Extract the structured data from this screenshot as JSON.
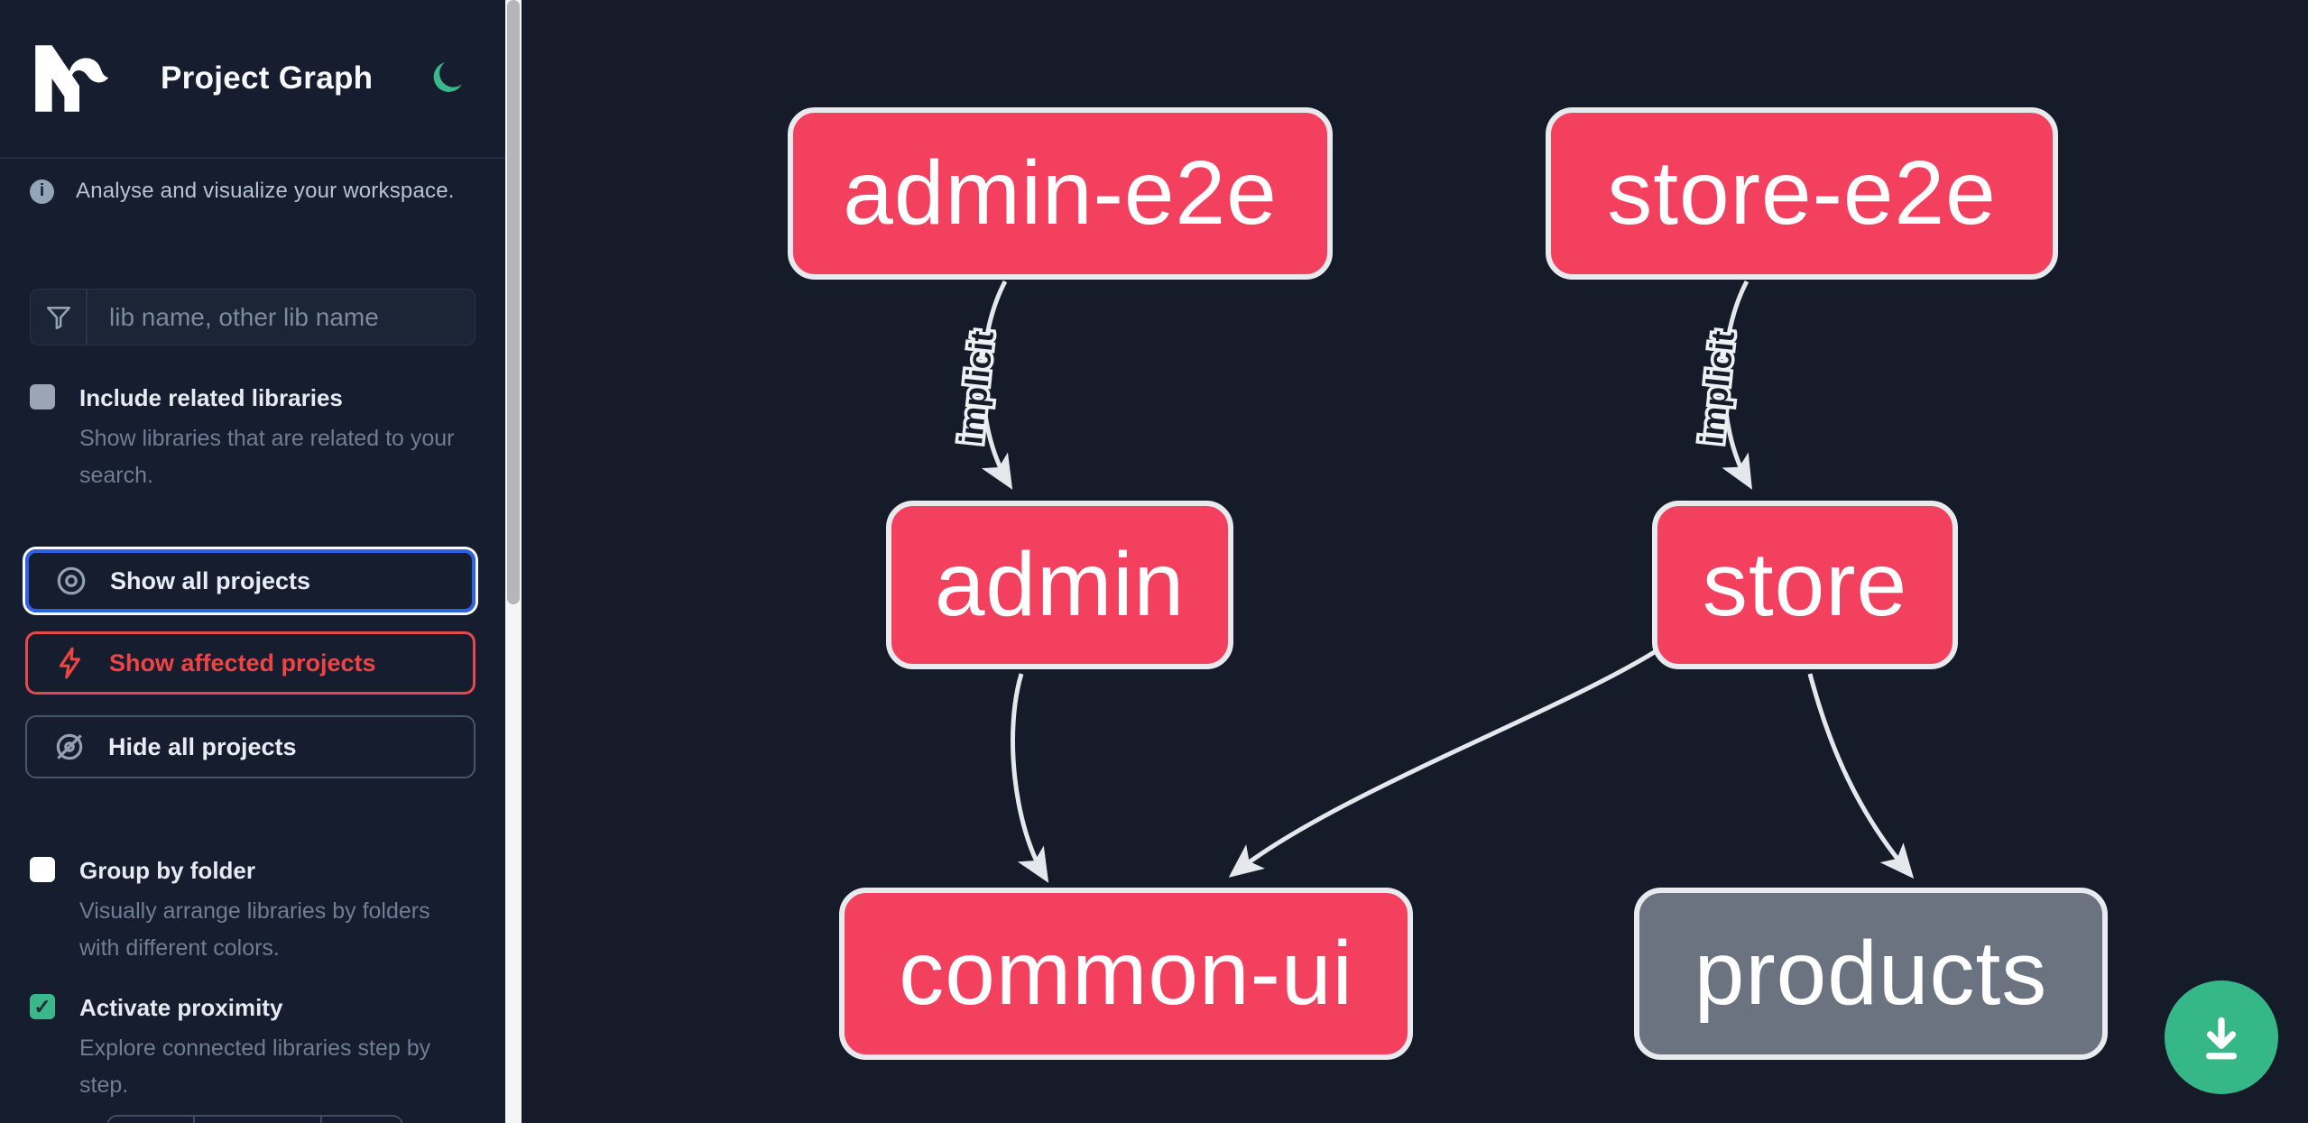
{
  "app": {
    "title": "Project Graph"
  },
  "sidebar": {
    "tagline": "Analyse and visualize your workspace.",
    "info_glyph": "i",
    "search": {
      "placeholder": "lib name, other lib name"
    },
    "options": [
      {
        "label": "Include related libraries",
        "description": "Show libraries that are related to your search.",
        "checked": false
      },
      {
        "label": "Group by folder",
        "description": "Visually arrange libraries by folders with different colors.",
        "checked": false
      },
      {
        "label": "Activate proximity",
        "description": "Explore connected libraries step by step.",
        "checked": true,
        "check_glyph": "✓"
      }
    ],
    "actions": [
      {
        "label": "Show all projects",
        "state": "selected"
      },
      {
        "label": "Show affected projects",
        "state": "affected"
      },
      {
        "label": "Hide all projects",
        "state": "default"
      }
    ]
  },
  "graph": {
    "nodes": [
      {
        "id": "admin-e2e",
        "label": "admin-e2e",
        "color": "pink"
      },
      {
        "id": "store-e2e",
        "label": "store-e2e",
        "color": "pink"
      },
      {
        "id": "admin",
        "label": "admin",
        "color": "pink"
      },
      {
        "id": "store",
        "label": "store",
        "color": "pink"
      },
      {
        "id": "common-ui",
        "label": "common-ui",
        "color": "pink"
      },
      {
        "id": "products",
        "label": "products",
        "color": "gray"
      }
    ],
    "edges": [
      {
        "from": "admin-e2e",
        "to": "admin",
        "label": "implicit"
      },
      {
        "from": "store-e2e",
        "to": "store",
        "label": "implicit"
      },
      {
        "from": "admin",
        "to": "common-ui",
        "label": ""
      },
      {
        "from": "store",
        "to": "common-ui",
        "label": ""
      },
      {
        "from": "store",
        "to": "products",
        "label": ""
      }
    ]
  },
  "colors": {
    "sidebar_bg": "#161d2e",
    "canvas_bg": "#151b29",
    "node_pink": "#f4405f",
    "node_gray": "#6b7280",
    "node_border": "#e8eaee",
    "edge_gray": "#e4e7eb",
    "accent_green": "#3bb88a",
    "focus_blue": "#2d62e3",
    "affected_red": "#ef4444"
  }
}
